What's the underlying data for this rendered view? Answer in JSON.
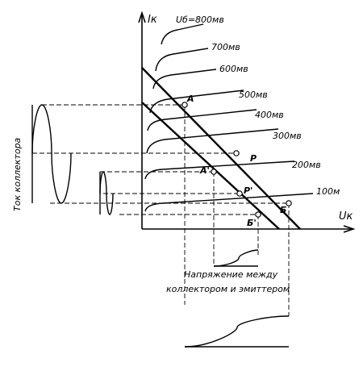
{
  "axes": {
    "y_label": "Iк",
    "x_label": "Uк"
  },
  "curves": [
    {
      "label": "Uб=800мв"
    },
    {
      "label": "700мв"
    },
    {
      "label": "600мв"
    },
    {
      "label": "500мв"
    },
    {
      "label": "400мв"
    },
    {
      "label": "300мв"
    },
    {
      "label": "200мв"
    },
    {
      "label": "100м"
    }
  ],
  "points": {
    "A": "A",
    "A_prime": "A'",
    "P": "P",
    "P_prime": "P'",
    "B": "Б",
    "B_prime": "Б'"
  },
  "captions": {
    "collector_current": "Ток коллектора",
    "voltage_line1": "Напряжение между",
    "voltage_line2": "коллектором и эмиттером"
  }
}
